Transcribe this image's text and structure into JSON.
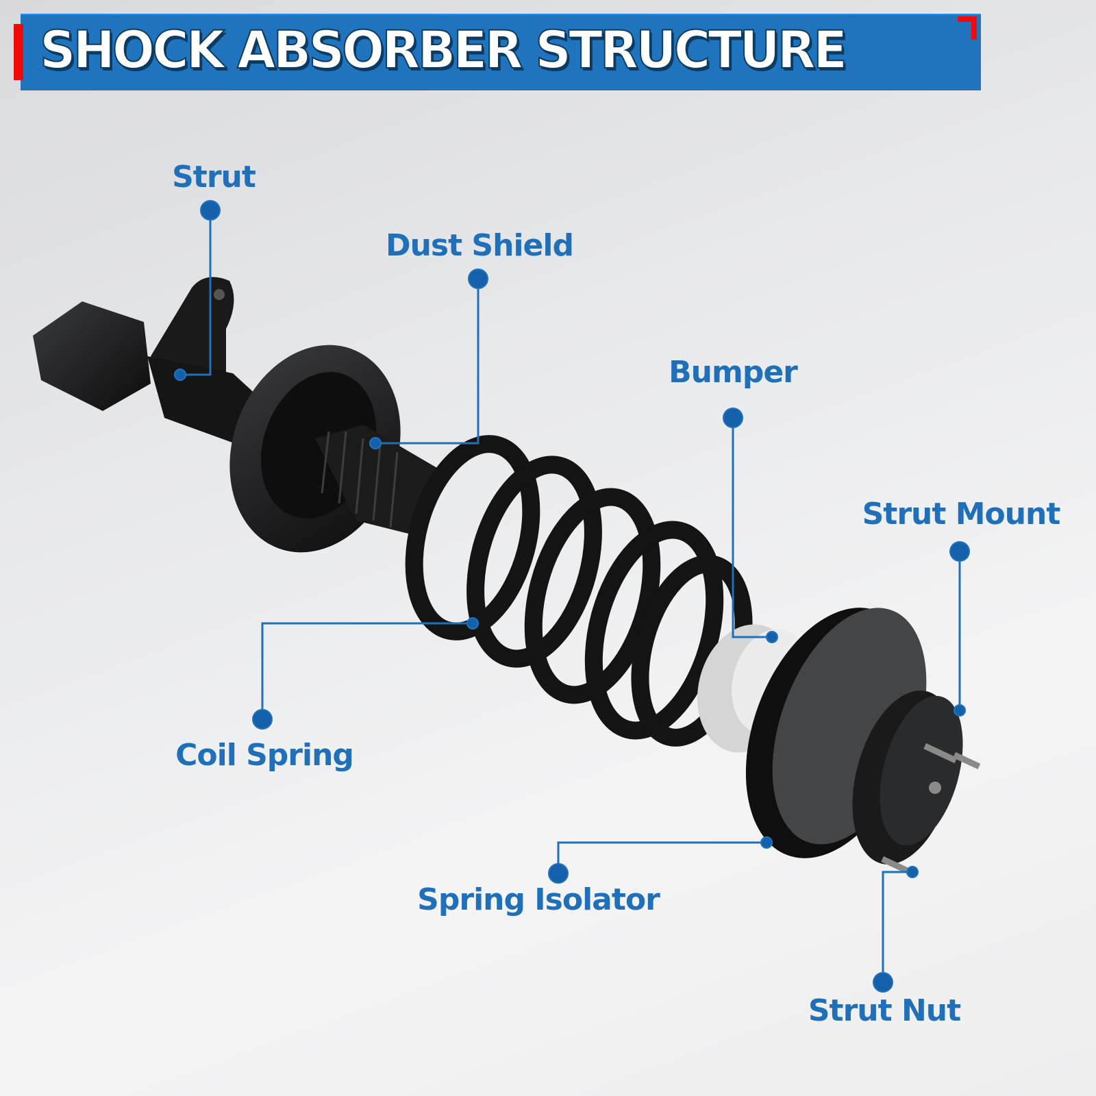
{
  "header": {
    "title": "SHOCK ABSORBER STRUCTURE"
  },
  "labels": {
    "strut": "Strut",
    "dust_shield": "Dust Shield",
    "bumper": "Bumper",
    "strut_mount": "Strut Mount",
    "coil_spring": "Coil Spring",
    "spring_isolator": "Spring Isolator",
    "strut_nut": "Strut Nut"
  },
  "colors": {
    "accent": "#1f74bd",
    "label": "#1f6fb9",
    "red": "#f00a0a"
  }
}
